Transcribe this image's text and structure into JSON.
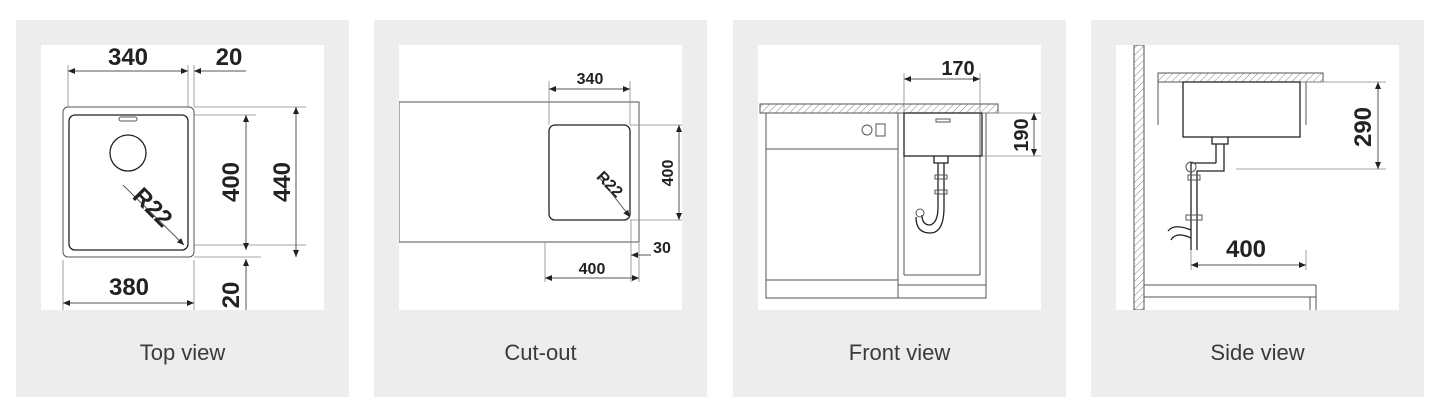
{
  "colors": {
    "card_bg": "#ededed",
    "panel_bg": "#ffffff",
    "line": "#222222"
  },
  "views": [
    {
      "caption": "Top view",
      "dims": {
        "inner_width": "340",
        "rim": "20",
        "inner_depth": "400",
        "outer_depth": "440",
        "outer_width": "380",
        "rim_bottom": "20",
        "radius": "R22"
      }
    },
    {
      "caption": "Cut-out",
      "dims": {
        "width": "340",
        "radius": "R22",
        "depth": "400",
        "offset": "30",
        "distance": "400"
      }
    },
    {
      "caption": "Front view",
      "dims": {
        "width": "170",
        "height": "190"
      }
    },
    {
      "caption": "Side view",
      "dims": {
        "height": "290",
        "depth": "400"
      }
    }
  ]
}
